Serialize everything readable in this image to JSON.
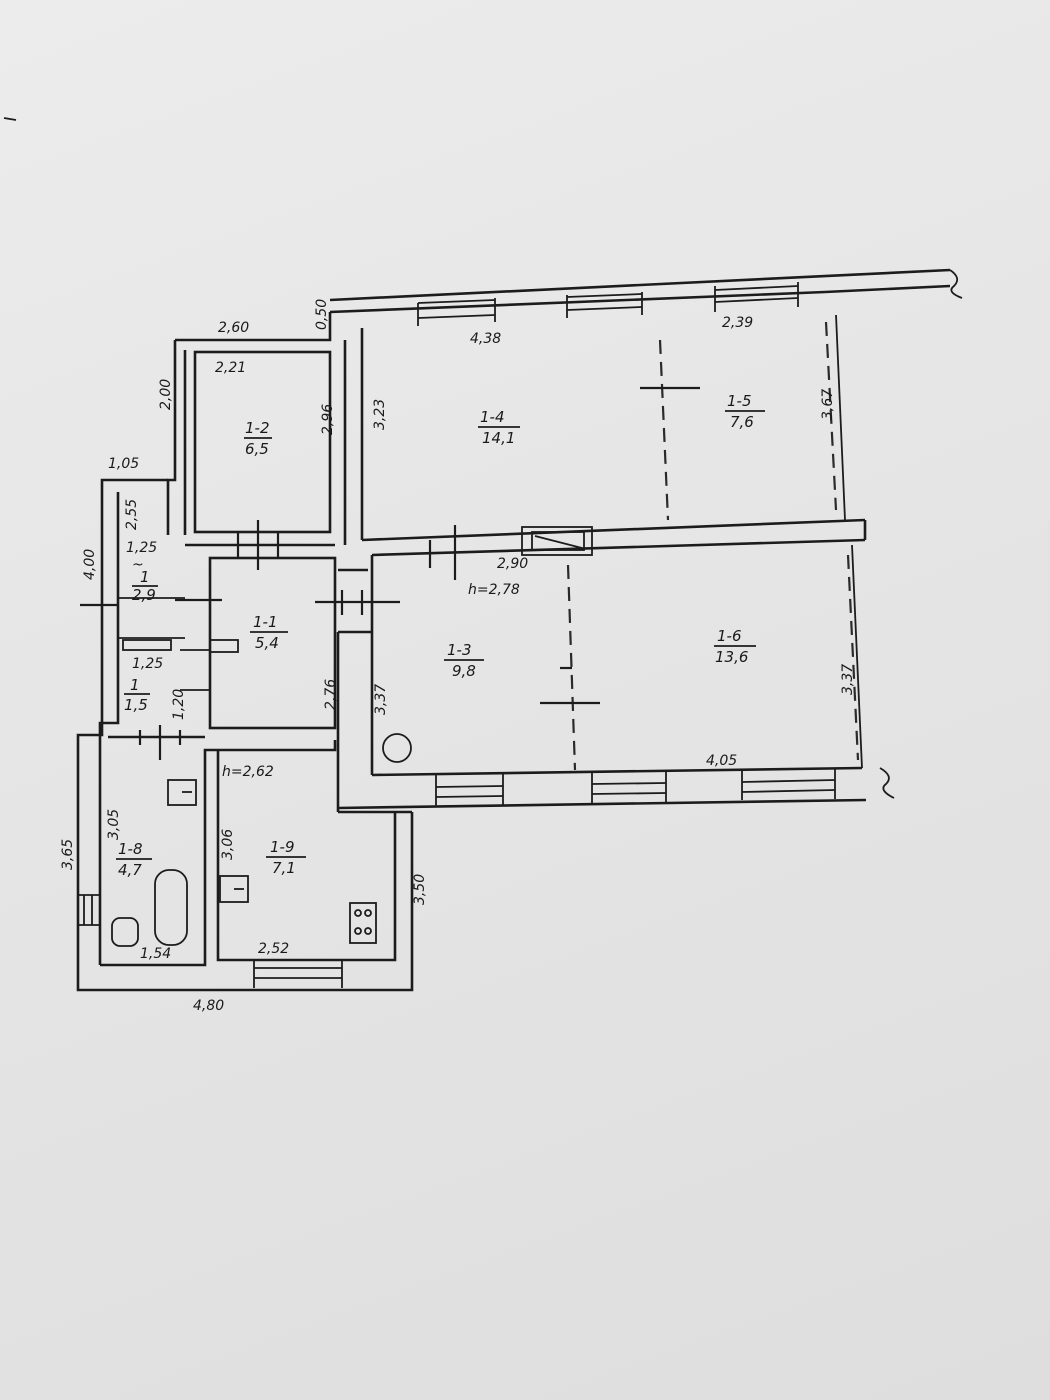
{
  "rooms": {
    "r1_1": {
      "id": "1-1",
      "area": "5,4"
    },
    "r1_2": {
      "id": "1-2",
      "area": "6,5"
    },
    "r1_3": {
      "id": "1-3",
      "area": "9,8"
    },
    "r1_4": {
      "id": "1-4",
      "area": "14,1"
    },
    "r1_5": {
      "id": "1-5",
      "area": "7,6"
    },
    "r1_6": {
      "id": "1-6",
      "area": "13,6"
    },
    "r1_8": {
      "id": "1-8",
      "area": "4,7"
    },
    "r1_9": {
      "id": "1-9",
      "area": "7,1"
    },
    "rA": {
      "id": "1",
      "area": "2,9"
    },
    "rB": {
      "id": "1",
      "area": "1,5"
    }
  },
  "heights": {
    "main": "h=2,78",
    "kitchen": "h=2,62"
  },
  "dims": {
    "d260": "2,60",
    "d050": "0,50",
    "d221": "2,21",
    "d438": "4,38",
    "d239": "2,39",
    "d200": "2,00",
    "d296": "2,96",
    "d323": "3,23",
    "d367": "3,67",
    "d105": "1,05",
    "d255": "2,55",
    "d125a": "1,25",
    "d400": "4,00",
    "d290": "2,90",
    "d125b": "1,25",
    "d120": "1,20",
    "d276": "2,76",
    "d337a": "3,37",
    "d337b": "3,37",
    "d405": "4,05",
    "d305": "3,05",
    "d365": "3,65",
    "d306": "3,06",
    "d350": "3,50",
    "d154": "1,54",
    "d252": "2,52",
    "d480": "4,80",
    "tilde": "~"
  }
}
